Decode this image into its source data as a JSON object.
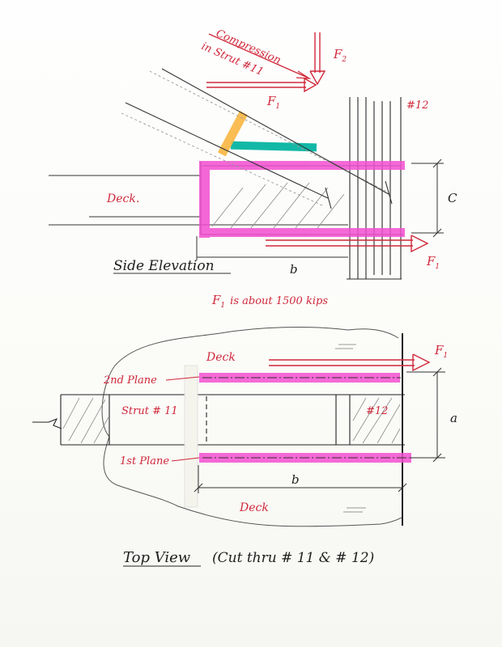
{
  "side": {
    "compression_line1": "Compression",
    "compression_line2": "in Strut #11",
    "f2": "F",
    "f2_sub": "2",
    "f1_top": "F",
    "f1_top_sub": "1",
    "member12": "#12",
    "deck": "Deck.",
    "dim_c": "C",
    "dim_b": "b",
    "f1_right": "F",
    "f1_right_sub": "1",
    "title": "Side Elevation"
  },
  "note": {
    "f": "F",
    "sub": "1",
    "text": "is about  1500 kips"
  },
  "top": {
    "deck_top": "Deck",
    "f1": "F",
    "f1_sub": "1",
    "plane2": "2nd Plane",
    "strut11": "Strut # 11",
    "member12": "#12",
    "dim_a": "a",
    "plane1": "1st Plane",
    "dim_b": "b",
    "deck_bottom": "Deck",
    "title": "Top View",
    "subtitle": "(Cut thru # 11 & # 12)"
  },
  "colors": {
    "ink": "#1e1e1e",
    "red": "#d0283a",
    "magenta": "#f24fd0",
    "teal": "#12b8a6",
    "orange": "#f8b640"
  }
}
